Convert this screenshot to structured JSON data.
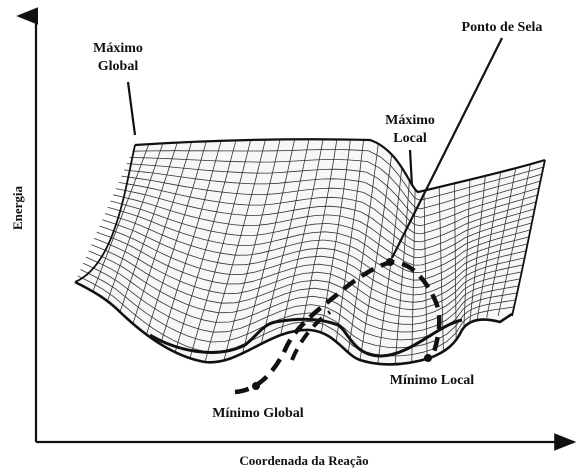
{
  "labels": {
    "y_axis": "Energia",
    "x_axis": "Coordenada da Reação",
    "global_max_line1": "Máximo",
    "global_max_line2": "Global",
    "local_max_line1": "Máximo",
    "local_max_line2": "Local",
    "saddle_point": "Ponto de Sela",
    "global_min": "Mínimo Global",
    "local_min": "Mínimo Local"
  }
}
